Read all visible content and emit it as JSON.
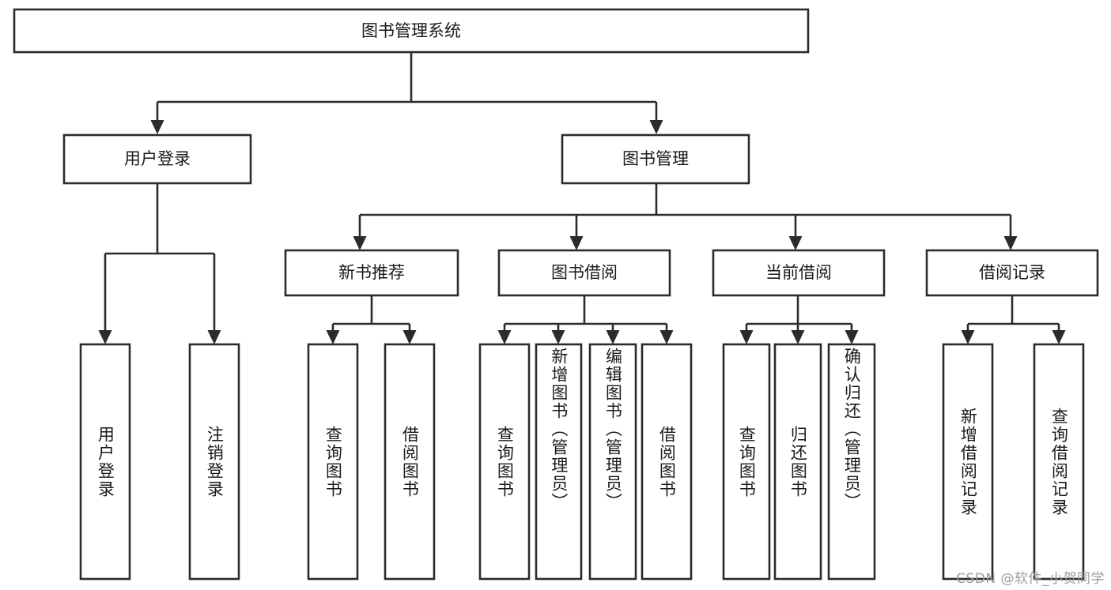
{
  "diagram": {
    "type": "tree",
    "title": "图书管理系统",
    "root": {
      "id": "root",
      "label": "图书管理系统",
      "orientation": "horizontal"
    },
    "level1": [
      {
        "id": "user-login",
        "label": "用户登录",
        "orientation": "horizontal"
      },
      {
        "id": "book-management",
        "label": "图书管理",
        "orientation": "horizontal"
      }
    ],
    "level2": [
      {
        "id": "new-book-recommend",
        "label": "新书推荐",
        "orientation": "horizontal"
      },
      {
        "id": "book-borrow",
        "label": "图书借阅",
        "orientation": "horizontal"
      },
      {
        "id": "current-borrow",
        "label": "当前借阅",
        "orientation": "horizontal"
      },
      {
        "id": "borrow-record",
        "label": "借阅记录",
        "orientation": "horizontal"
      }
    ],
    "leaves": [
      {
        "id": "leaf-user-login",
        "parent": "user-login",
        "label": "用户登录",
        "orientation": "vertical"
      },
      {
        "id": "leaf-logout-login",
        "parent": "user-login",
        "label": "注销登录",
        "orientation": "vertical"
      },
      {
        "id": "leaf-query-book-1",
        "parent": "new-book-recommend",
        "label": "查询图书",
        "orientation": "vertical"
      },
      {
        "id": "leaf-borrow-book-1",
        "parent": "new-book-recommend",
        "label": "借阅图书",
        "orientation": "vertical"
      },
      {
        "id": "leaf-query-book-2",
        "parent": "book-borrow",
        "label": "查询图书",
        "orientation": "vertical"
      },
      {
        "id": "leaf-add-book",
        "parent": "book-borrow",
        "label": "新增图书（管理员）",
        "orientation": "vertical"
      },
      {
        "id": "leaf-edit-book",
        "parent": "book-borrow",
        "label": "编辑图书（管理员）",
        "orientation": "vertical"
      },
      {
        "id": "leaf-borrow-book-2",
        "parent": "book-borrow",
        "label": "借阅图书",
        "orientation": "vertical"
      },
      {
        "id": "leaf-query-book-3",
        "parent": "current-borrow",
        "label": "查询图书",
        "orientation": "vertical"
      },
      {
        "id": "leaf-return-book",
        "parent": "current-borrow",
        "label": "归还图书",
        "orientation": "vertical"
      },
      {
        "id": "leaf-confirm-return",
        "parent": "current-borrow",
        "label": "确认归还（管理员）",
        "orientation": "vertical"
      },
      {
        "id": "leaf-add-record",
        "parent": "borrow-record",
        "label": "新增借阅记录",
        "orientation": "vertical"
      },
      {
        "id": "leaf-query-record",
        "parent": "borrow-record",
        "label": "查询借阅记录",
        "orientation": "vertical"
      }
    ],
    "colors": {
      "stroke": "#2b2b2b",
      "fill": "#ffffff",
      "text": "#1a1a1a",
      "background": "#ffffff",
      "watermark": "#9d9d9d"
    }
  },
  "watermark": {
    "text": "CSDN @软件_小贺同学"
  }
}
